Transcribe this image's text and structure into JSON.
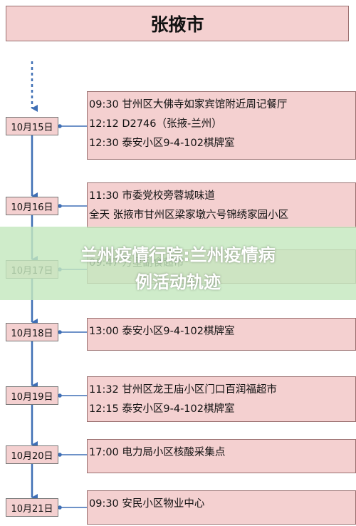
{
  "title": "张掖市",
  "timeline": [
    {
      "date": "10月15日",
      "events": [
        "09:30 甘州区大佛寺如家宾馆附近周记餐厅",
        "12:12 D2746（张掖-兰州）",
        "12:30 泰安小区9-4-102棋牌室"
      ]
    },
    {
      "date": "10月16日",
      "events": [
        "11:30 市委党校旁蓉城味道",
        "全天 张掖市甘州区梁家墩六号锦绣家园小区"
      ]
    },
    {
      "date": "10月17日",
      "events": [
        "09:47 万星副食超市"
      ]
    },
    {
      "date": "10月18日",
      "events": [
        "13:00 泰安小区9-4-102棋牌室"
      ]
    },
    {
      "date": "10月19日",
      "events": [
        "11:32 甘州区龙王庙小区门口百润福超市",
        "12:15 泰安小区9-4-102棋牌室"
      ]
    },
    {
      "date": "10月20日",
      "events": [
        "17:00 电力局小区核酸采集点"
      ]
    },
    {
      "date": "10月21日",
      "events": [
        "09:30 安民小区物业中心"
      ]
    }
  ],
  "banner": {
    "line1": "兰州疫情行踪:兰州疫情病",
    "line2": "例活动轨迹"
  },
  "colors": {
    "box_fill": "#f4d0d0",
    "arrow": "#3f6fb5",
    "banner": "#c4e8be"
  }
}
